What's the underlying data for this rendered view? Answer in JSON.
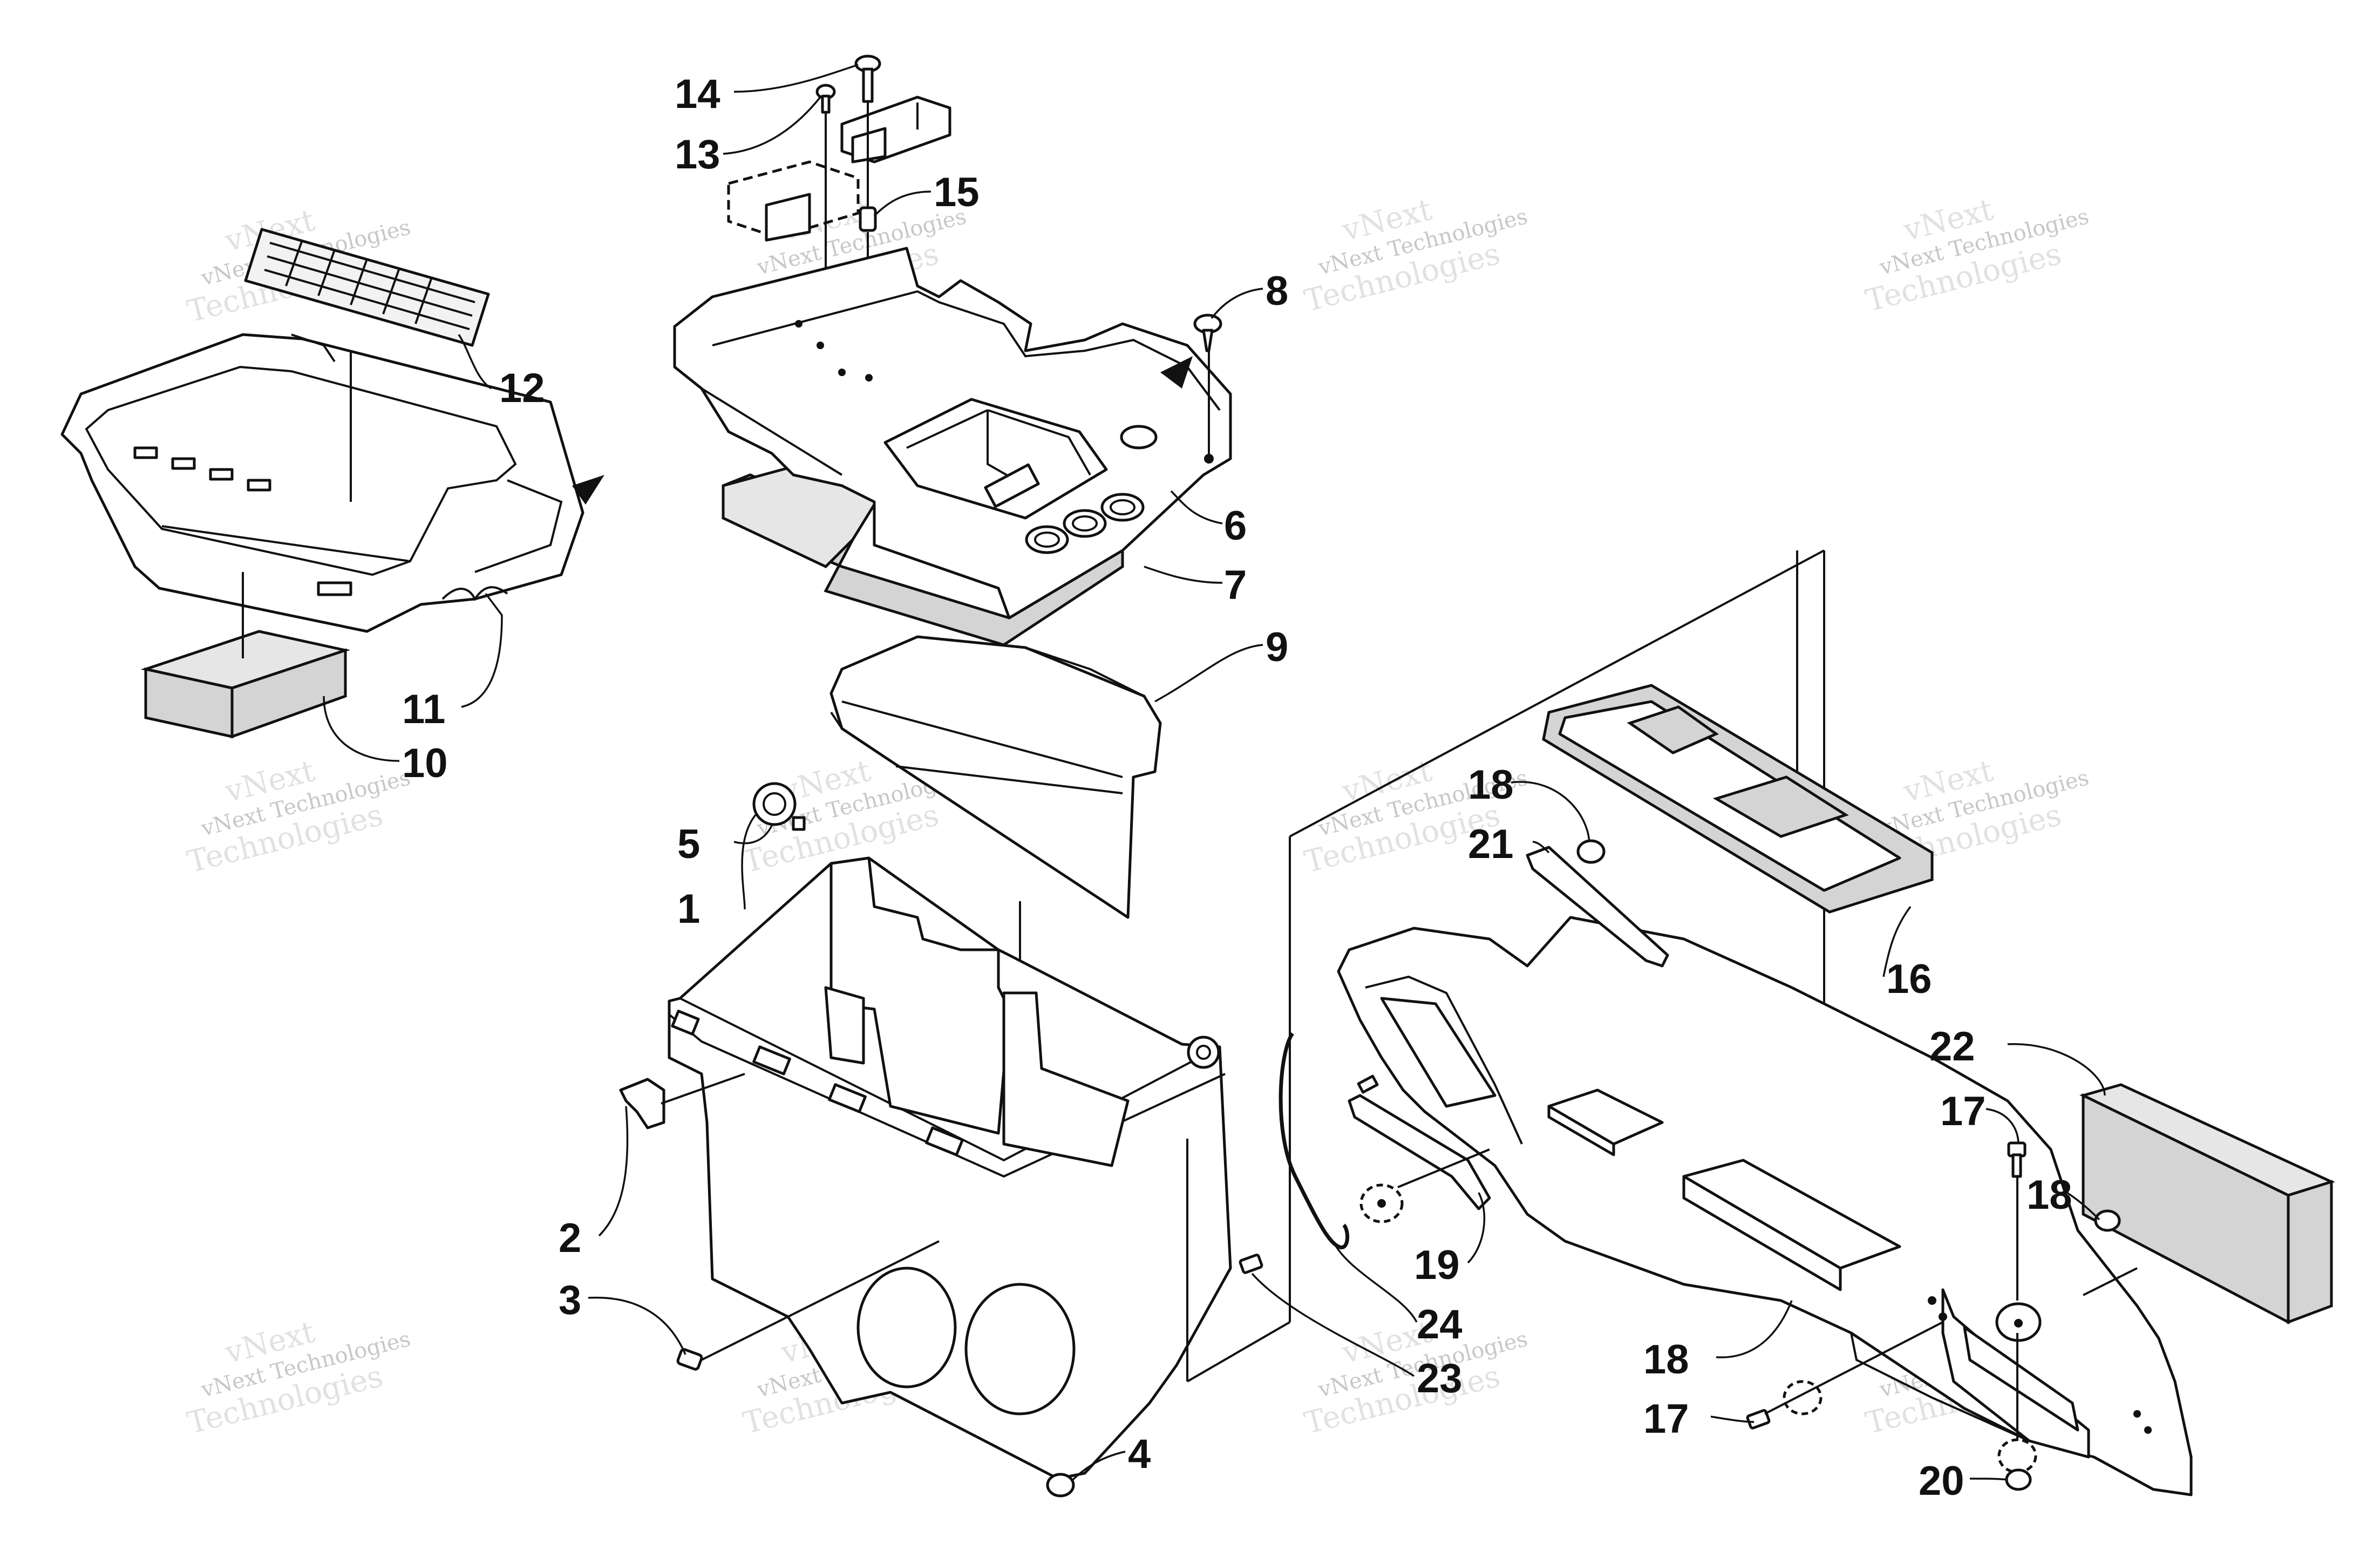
{
  "callouts": [
    {
      "id": "1",
      "label": "1"
    },
    {
      "id": "2",
      "label": "2"
    },
    {
      "id": "3",
      "label": "3"
    },
    {
      "id": "4",
      "label": "4"
    },
    {
      "id": "5",
      "label": "5"
    },
    {
      "id": "6",
      "label": "6"
    },
    {
      "id": "7",
      "label": "7"
    },
    {
      "id": "8",
      "label": "8"
    },
    {
      "id": "9",
      "label": "9"
    },
    {
      "id": "10",
      "label": "10"
    },
    {
      "id": "11",
      "label": "11"
    },
    {
      "id": "12",
      "label": "12"
    },
    {
      "id": "13",
      "label": "13"
    },
    {
      "id": "14",
      "label": "14"
    },
    {
      "id": "15",
      "label": "15"
    },
    {
      "id": "16",
      "label": "16"
    },
    {
      "id": "17a",
      "label": "17"
    },
    {
      "id": "17b",
      "label": "17"
    },
    {
      "id": "18a",
      "label": "18"
    },
    {
      "id": "18b",
      "label": "18"
    },
    {
      "id": "18c",
      "label": "18"
    },
    {
      "id": "19",
      "label": "19"
    },
    {
      "id": "20",
      "label": "20"
    },
    {
      "id": "21",
      "label": "21"
    },
    {
      "id": "22",
      "label": "22"
    },
    {
      "id": "23",
      "label": "23"
    },
    {
      "id": "24",
      "label": "24"
    }
  ],
  "watermark": {
    "line1": "vNext",
    "line2": "Technologies",
    "full": "vNext Technologies"
  }
}
